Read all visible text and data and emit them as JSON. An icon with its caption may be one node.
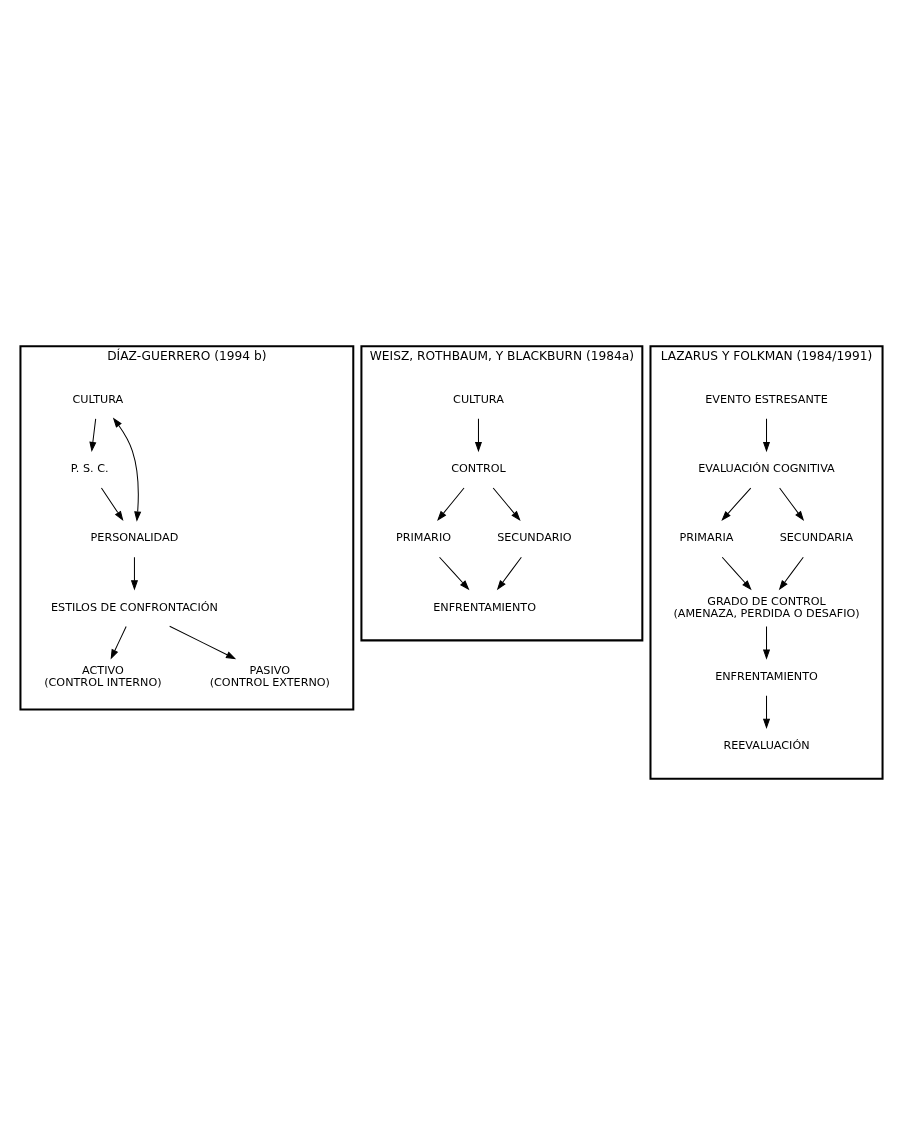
{
  "diagram": {
    "nodes": [
      {
        "text": [
          "DÍAZ-GUERRERO (1994 b)"
        ]
      },
      {
        "text": [
          "CULTURA"
        ],
        "in": 0
      },
      {
        "text": [
          "P. S. C."
        ],
        "in": 0
      },
      {
        "text": [
          "PERSONALIDAD"
        ],
        "in": 0
      },
      {
        "text": [
          "ESTILOS DE CONFRONTACIÓN"
        ],
        "in": 0
      },
      {
        "text": [
          "ACTIVO",
          "(CONTROL INTERNO)"
        ],
        "in": 0
      },
      {
        "text": [
          "PASIVO",
          "(CONTROL EXTERNO)"
        ],
        "in": 0
      },
      {
        "text": [
          "WEISZ, ROTHBAUM, Y BLACKBURN (1984a)"
        ]
      },
      {
        "text": [
          "CULTURA"
        ],
        "in": 7
      },
      {
        "text": [
          "CONTROL"
        ],
        "in": 7
      },
      {
        "text": [
          "PRIMARIO"
        ],
        "in": 7
      },
      {
        "text": [
          "SECUNDARIO"
        ],
        "in": 7
      },
      {
        "text": [
          "ENFRENTAMIENTO"
        ],
        "in": 7
      },
      {
        "text": [
          "LAZARUS Y FOLKMAN (1984/1991)"
        ]
      },
      {
        "text": [
          "EVENTO ESTRESANTE"
        ],
        "in": 13
      },
      {
        "text": [
          "EVALUACIÓN COGNITIVA"
        ],
        "in": 13
      },
      {
        "text": [
          "PRIMARIA"
        ],
        "in": 13
      },
      {
        "text": [
          "SECUNDARIA"
        ],
        "in": 13
      },
      {
        "text": [
          "GRADO DE CONTROL",
          "(AMENAZA, PERDIDA O DESAFIO)"
        ],
        "in": 13
      },
      {
        "text": [
          "ENFRENTAMIENTO"
        ],
        "in": 13
      },
      {
        "text": [
          "REEVALUACIÓN"
        ],
        "in": 13
      }
    ],
    "edges": [
      {
        "from": 1,
        "to": 2,
        "arrow": "to"
      },
      {
        "from": 1,
        "to": 3,
        "arrow": "both"
      },
      {
        "from": 2,
        "to": 3,
        "arrow": "to"
      },
      {
        "from": 3,
        "to": 4,
        "arrow": "to"
      },
      {
        "from": 4,
        "to": 5,
        "arrow": "to"
      },
      {
        "from": 4,
        "to": 6,
        "arrow": "to"
      },
      {
        "from": 8,
        "to": 9,
        "arrow": "to"
      },
      {
        "from": 9,
        "to": 10,
        "arrow": "to"
      },
      {
        "from": 9,
        "to": 11,
        "arrow": "to"
      },
      {
        "from": 10,
        "to": 12,
        "arrow": "to"
      },
      {
        "from": 11,
        "to": 12,
        "arrow": "to"
      },
      {
        "from": 14,
        "to": 15,
        "arrow": "to"
      },
      {
        "from": 15,
        "to": 16,
        "arrow": "to"
      },
      {
        "from": 15,
        "to": 17,
        "arrow": "to"
      },
      {
        "from": 16,
        "to": 18,
        "arrow": "to"
      },
      {
        "from": 17,
        "to": 18,
        "arrow": "to"
      },
      {
        "from": 18,
        "to": 19,
        "arrow": "to"
      },
      {
        "from": 19,
        "to": 20,
        "arrow": "to"
      }
    ]
  }
}
